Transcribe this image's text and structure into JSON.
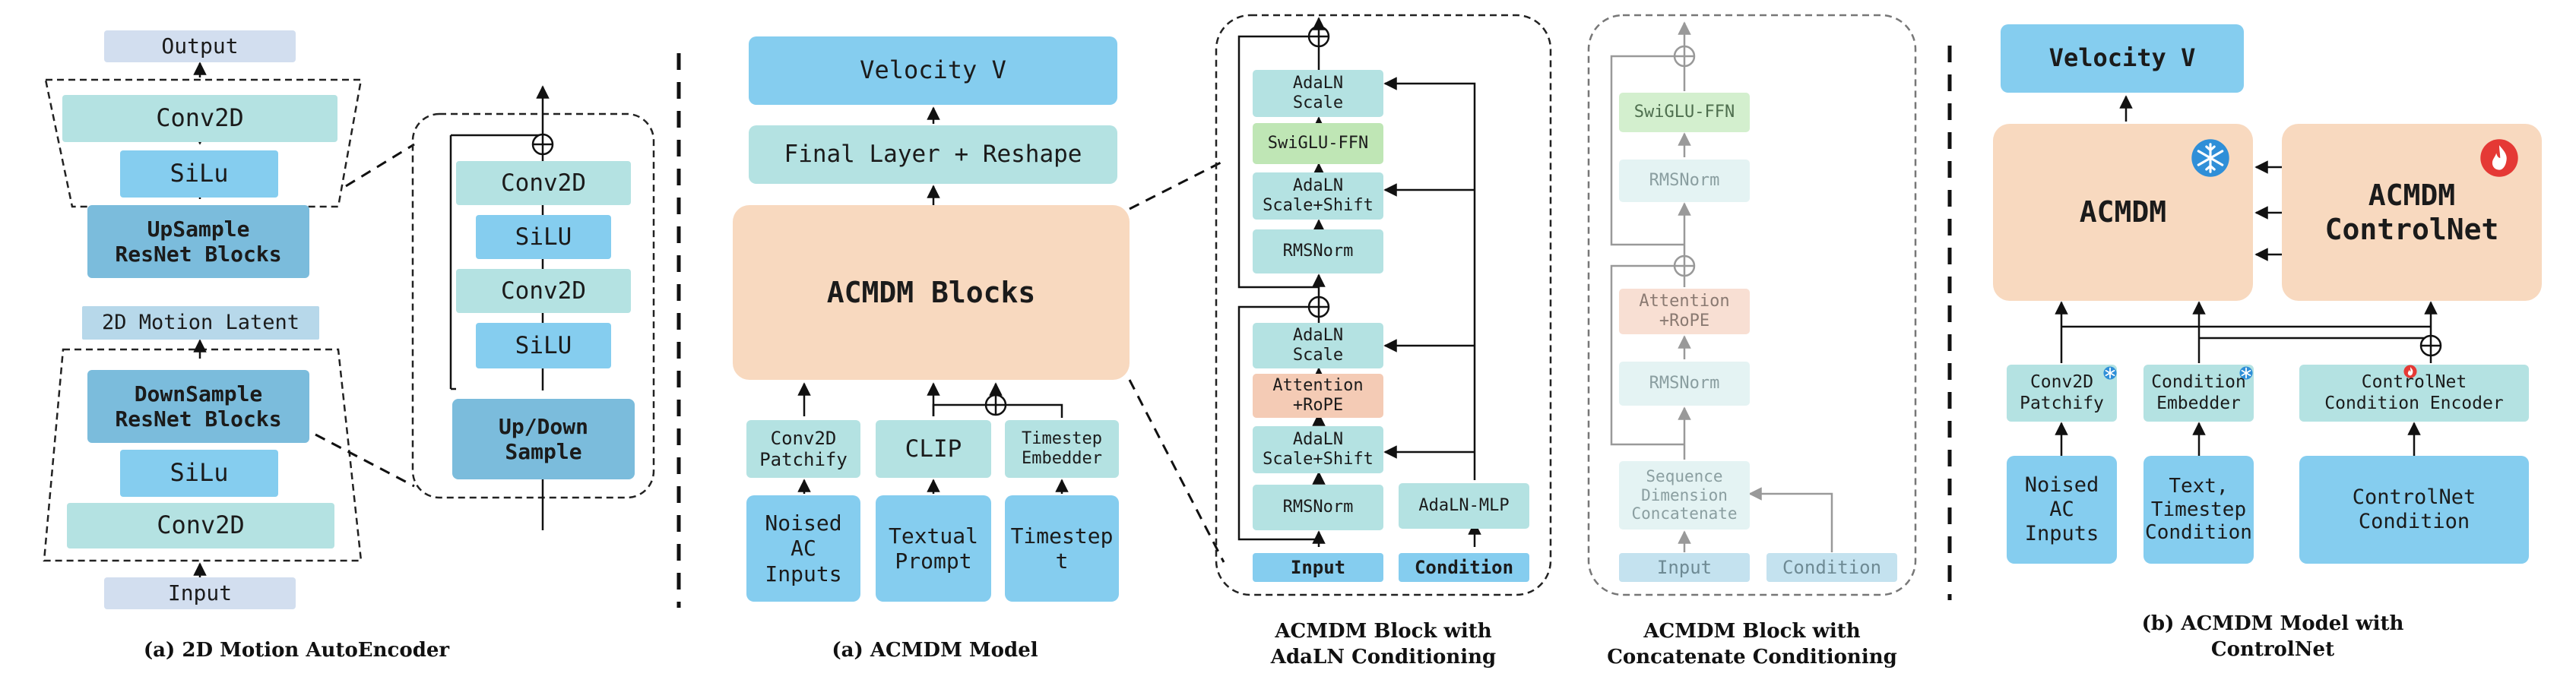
{
  "autoencoder": {
    "output": "Output",
    "conv2d_top": "Conv2D",
    "silu_top": "SiLu",
    "upsample": "UpSample\nResNet Blocks",
    "latent": "2D Motion Latent",
    "downsample": "DownSample\nResNet Blocks",
    "silu_bottom": "SiLu",
    "conv2d_bottom": "Conv2D",
    "input": "Input",
    "detail": {
      "conv2d_a": "Conv2D",
      "silu_a": "SiLU",
      "conv2d_b": "Conv2D",
      "silu_b": "SiLU",
      "updown": "Up/Down\nSample"
    },
    "caption": "(a) 2D Motion AutoEncoder"
  },
  "model": {
    "velocity": "Velocity V",
    "final_layer": "Final Layer + Reshape",
    "blocks": "ACMDM Blocks",
    "patchify": "Conv2D\nPatchify",
    "clip": "CLIP",
    "timestep_embedder": "Timestep\nEmbedder",
    "noised": "Noised\nAC\nInputs",
    "textual": "Textual\nPrompt",
    "timestep": "Timestep\nt",
    "caption": "(a) ACMDM Model"
  },
  "adaln_block": {
    "adaln_scale_top": "AdaLN\nScale",
    "swiglu": "SwiGLU-FFN",
    "adaln_scale_shift_top": "AdaLN\nScale+Shift",
    "rmsnorm_top": "RMSNorm",
    "adaln_scale_bottom": "AdaLN\nScale",
    "attention": "Attention\n+RoPE",
    "adaln_scale_shift_bottom": "AdaLN\nScale+Shift",
    "rmsnorm_bottom": "RMSNorm",
    "adaln_mlp": "AdaLN-MLP",
    "input": "Input",
    "condition": "Condition",
    "caption": "ACMDM Block with\nAdaLN Conditioning"
  },
  "concat_block": {
    "swiglu": "SwiGLU-FFN",
    "rmsnorm_top": "RMSNorm",
    "attention": "Attention\n+RoPE",
    "rmsnorm_bottom": "RMSNorm",
    "concat": "Sequence\nDimension\nConcatenate",
    "input": "Input",
    "condition": "Condition",
    "caption": "ACMDM Block with\nConcatenate Conditioning"
  },
  "controlnet": {
    "velocity": "Velocity V",
    "acmdm": "ACMDM",
    "controlnet": "ACMDM\nControlNet",
    "patchify": "Conv2D\nPatchify",
    "condition_embedder": "Condition\nEmbedder",
    "cn_encoder": "ControlNet\nCondition Encoder",
    "noised": "Noised\nAC\nInputs",
    "text_timestep": "Text,\nTimestep\nCondition",
    "cn_condition": "ControlNet\nCondition",
    "caption": "(b) ACMDM Model with\nControlNet"
  },
  "icons": {
    "frozen": "snowflake-icon",
    "trainable": "flame-icon"
  },
  "colors": {
    "teal": "#b4e2e2",
    "blue": "#85cdef",
    "peach": "#f8d9bf",
    "green": "#bfe6b5",
    "salmon": "#f4cbb5",
    "frozen_icon": "#2f8fd8",
    "trainable_icon": "#e53935"
  }
}
